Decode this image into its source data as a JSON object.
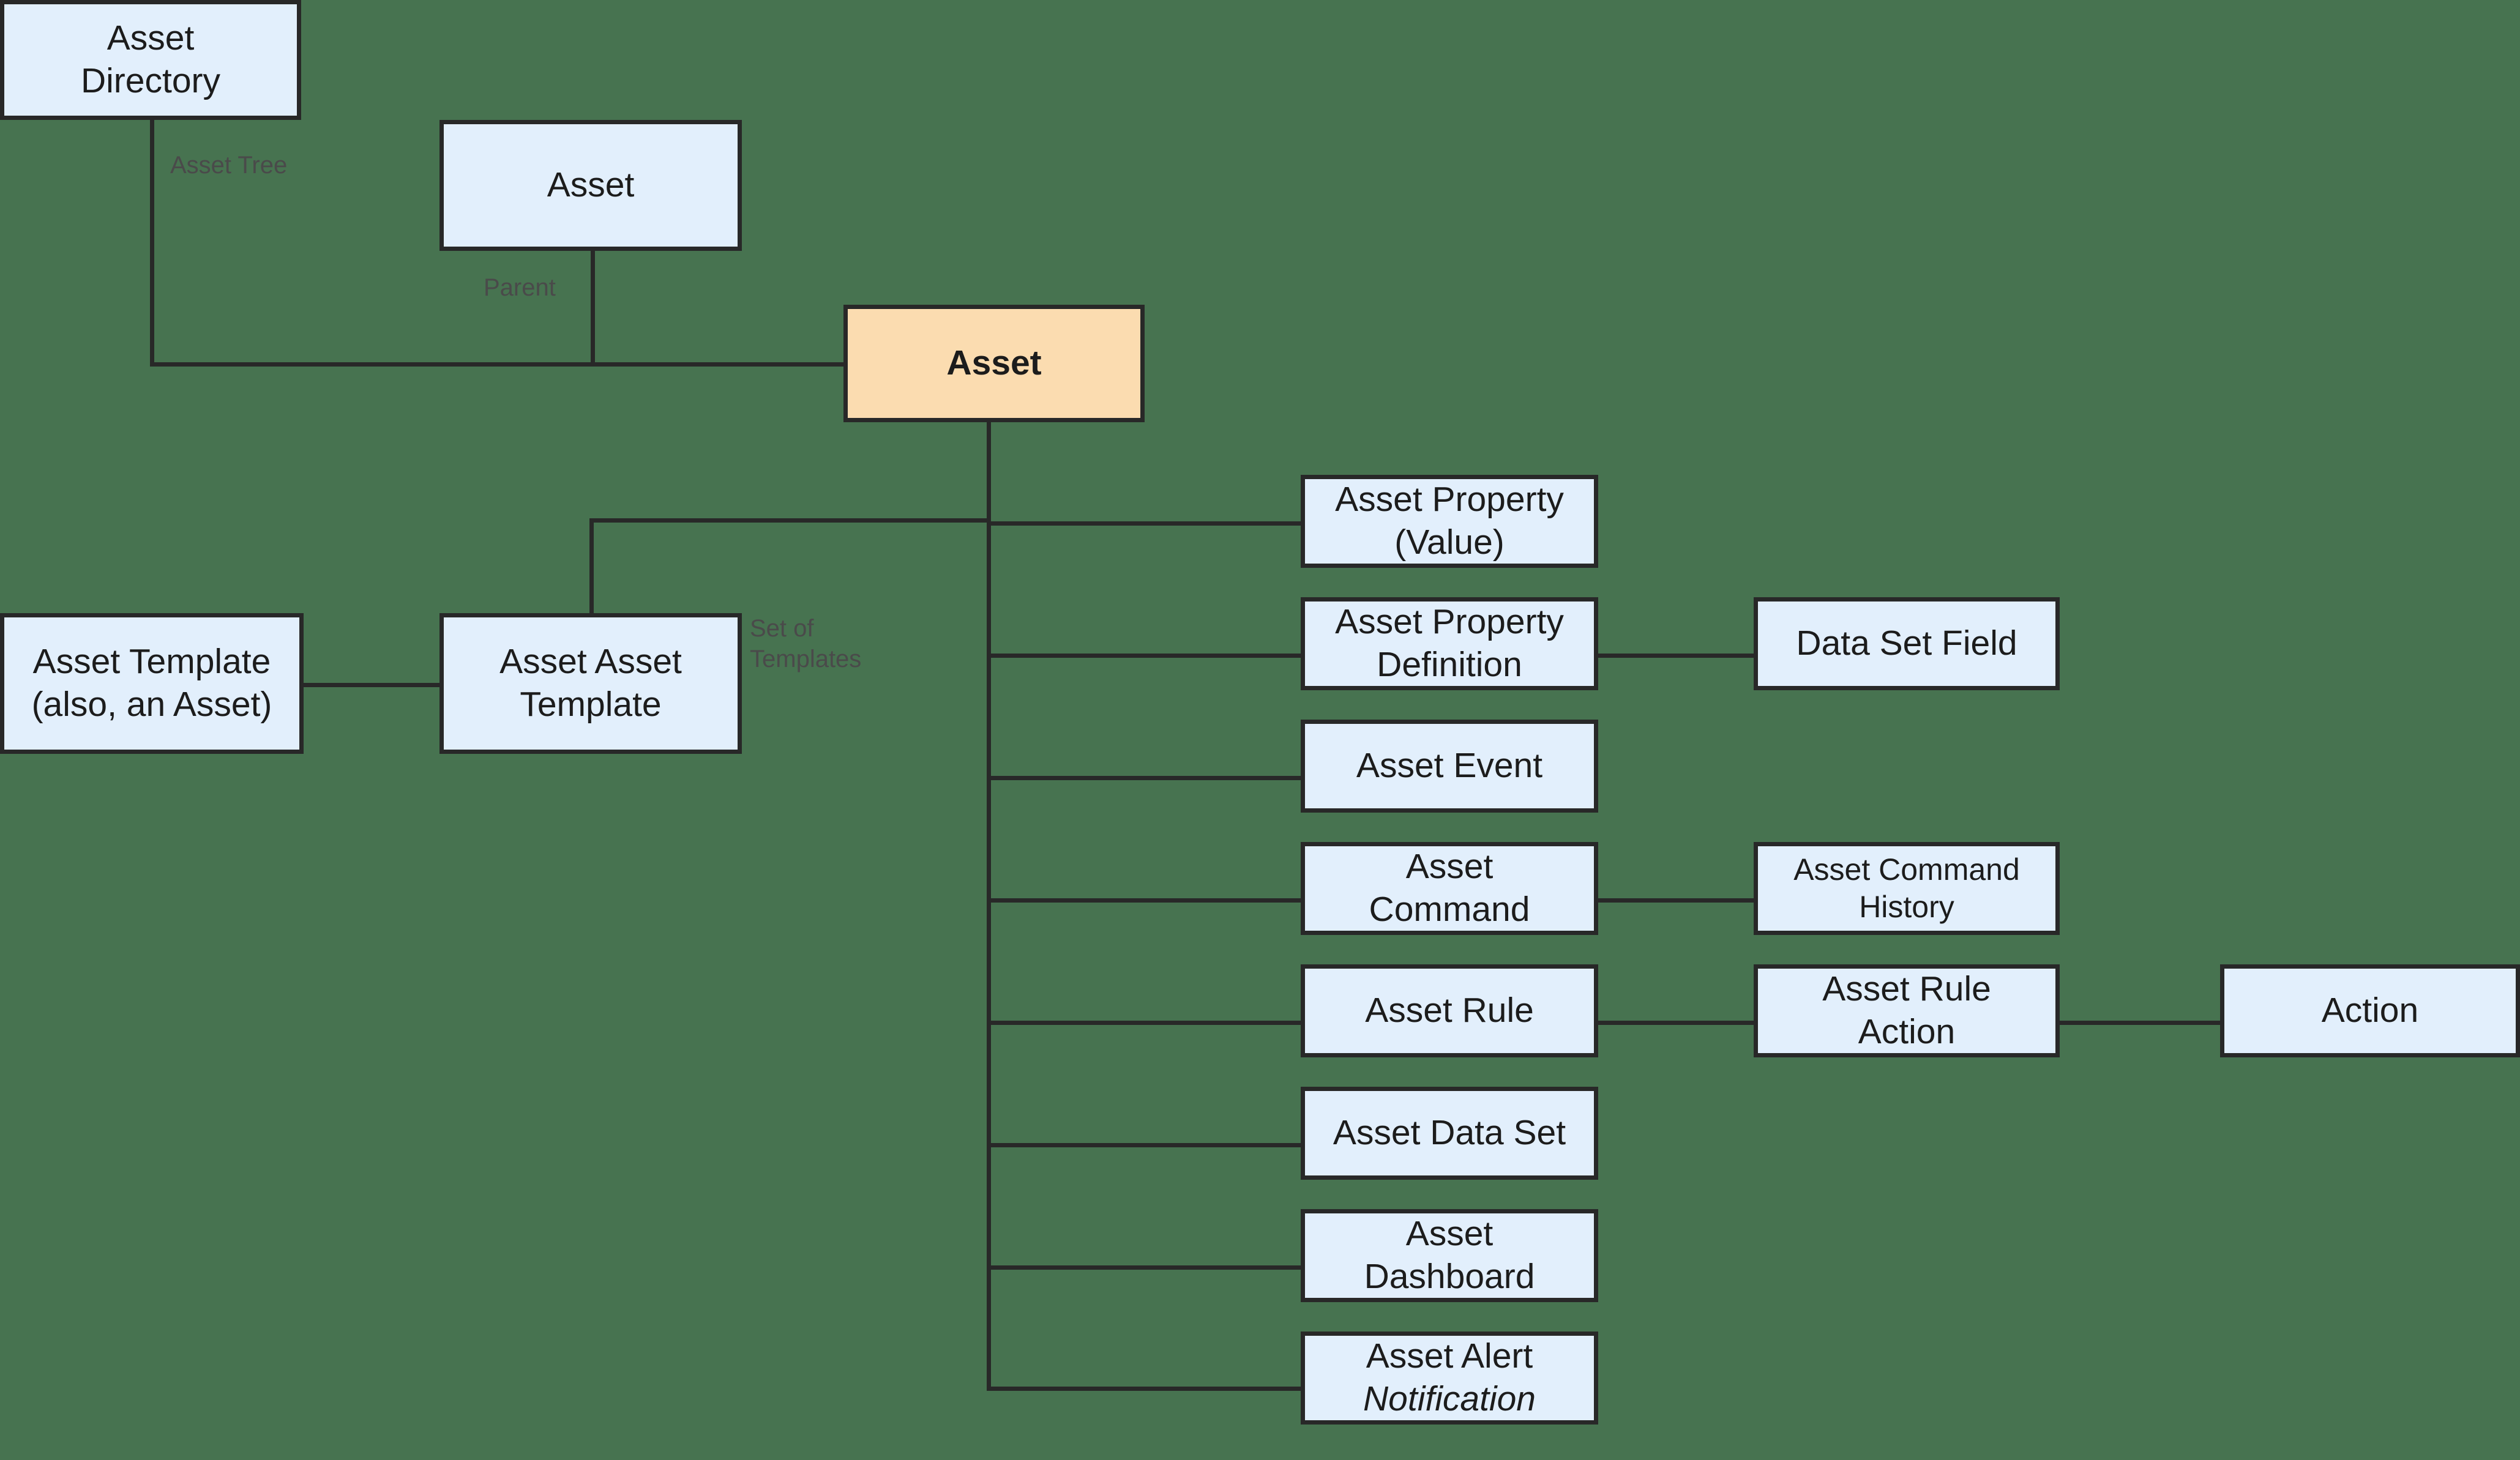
{
  "diagram": {
    "title": "Asset model relationship diagram",
    "background_color": "#477350",
    "node_fill_color": "#e2effc",
    "root_fill_color": "#fbdcb0",
    "border_color": "#282828",
    "edge_label_color": "#4a4a4a"
  },
  "nodes": {
    "asset_directory": "Asset\nDirectory",
    "asset_parent": "Asset",
    "asset_root": "Asset",
    "asset_template": "Asset Template\n(also, an Asset)",
    "asset_asset_template": "Asset Asset\nTemplate",
    "asset_property_value": "Asset Property\n(Value)",
    "asset_property_definition": "Asset Property\nDefinition",
    "data_set_field": "Data Set Field",
    "asset_event": "Asset Event",
    "asset_command": "Asset\nCommand",
    "asset_command_history": "Asset Command\nHistory",
    "asset_rule": "Asset Rule",
    "asset_rule_action": "Asset Rule\nAction",
    "action": "Action",
    "asset_data_set": "Asset Data Set",
    "asset_dashboard": "Asset\nDashboard",
    "asset_alert_line1": "Asset Alert",
    "asset_alert_line2": "Notification"
  },
  "edge_labels": {
    "asset_tree": "Asset Tree",
    "parent": "Parent",
    "set_of_templates": "Set of\nTemplates"
  }
}
